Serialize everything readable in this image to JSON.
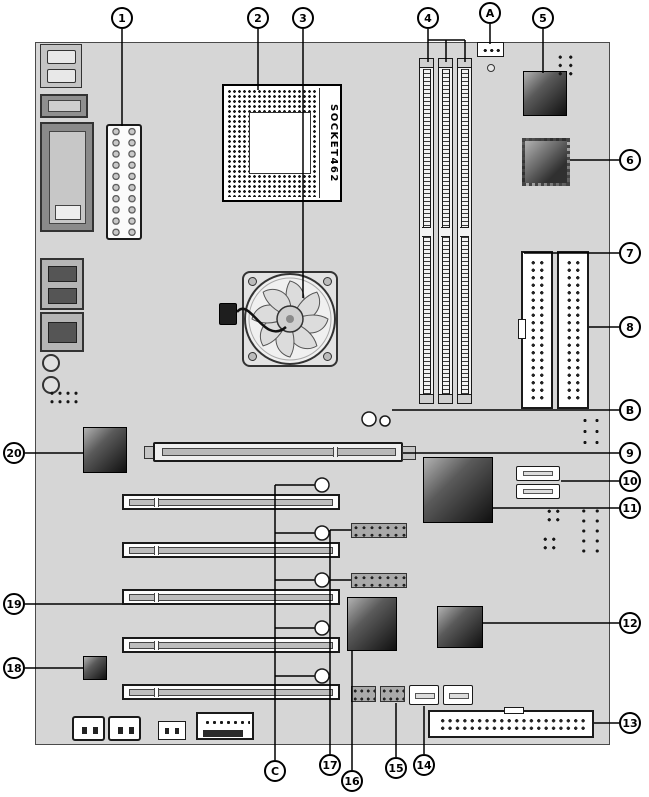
{
  "diagram": {
    "kind": "motherboard-layout-diagram",
    "board_color": "#d6d6d6",
    "line_color": "#000000",
    "socket_label": "SOCKET462",
    "callouts": {
      "n1": "1",
      "n2": "2",
      "n3": "3",
      "n4": "4",
      "n5": "5",
      "n6": "6",
      "n7": "7",
      "n8": "8",
      "n9": "9",
      "n10": "10",
      "n11": "11",
      "n12": "12",
      "n13": "13",
      "n14": "14",
      "n15": "15",
      "n16": "16",
      "n17": "17",
      "n18": "18",
      "n19": "19",
      "n20": "20",
      "nA": "A",
      "nB": "B",
      "nC": "C"
    }
  }
}
